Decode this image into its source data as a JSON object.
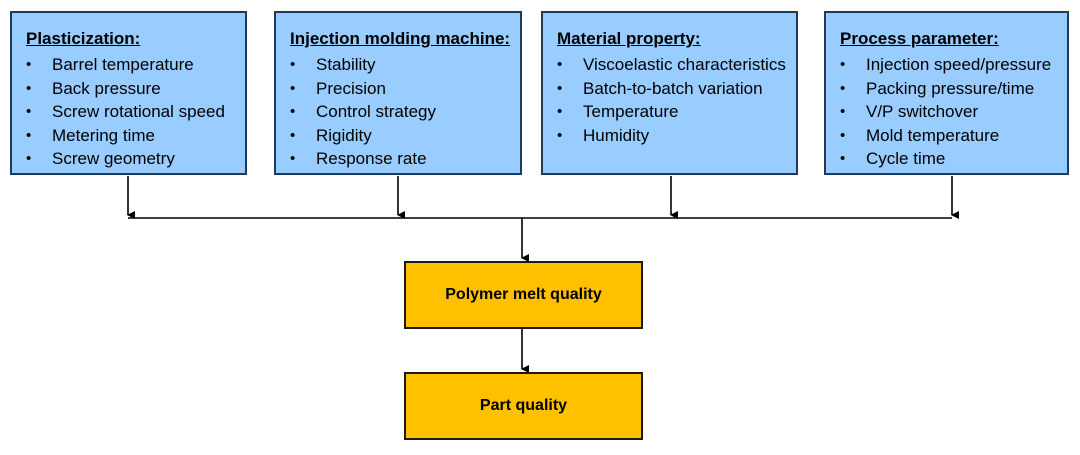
{
  "boxes": [
    {
      "title": "Plasticization:",
      "items": [
        "Barrel temperature",
        "Back pressure",
        "Screw rotational speed",
        "Metering time",
        "Screw geometry"
      ]
    },
    {
      "title": "Injection molding machine:",
      "items": [
        "Stability",
        "Precision",
        "Control strategy",
        "Rigidity",
        "Response rate"
      ]
    },
    {
      "title": "Material property:",
      "items": [
        "Viscoelastic characteristics",
        "Batch-to-batch variation",
        "Temperature",
        "Humidity"
      ]
    },
    {
      "title": "Process parameter:",
      "items": [
        "Injection speed/pressure",
        "Packing pressure/time",
        "V/P switchover",
        "Mold temperature",
        "Cycle time"
      ]
    }
  ],
  "outputs": {
    "melt_quality": "Polymer melt quality",
    "part_quality": "Part quality"
  },
  "colors": {
    "input_box": "#99ccff",
    "output_box": "#ffc000"
  }
}
